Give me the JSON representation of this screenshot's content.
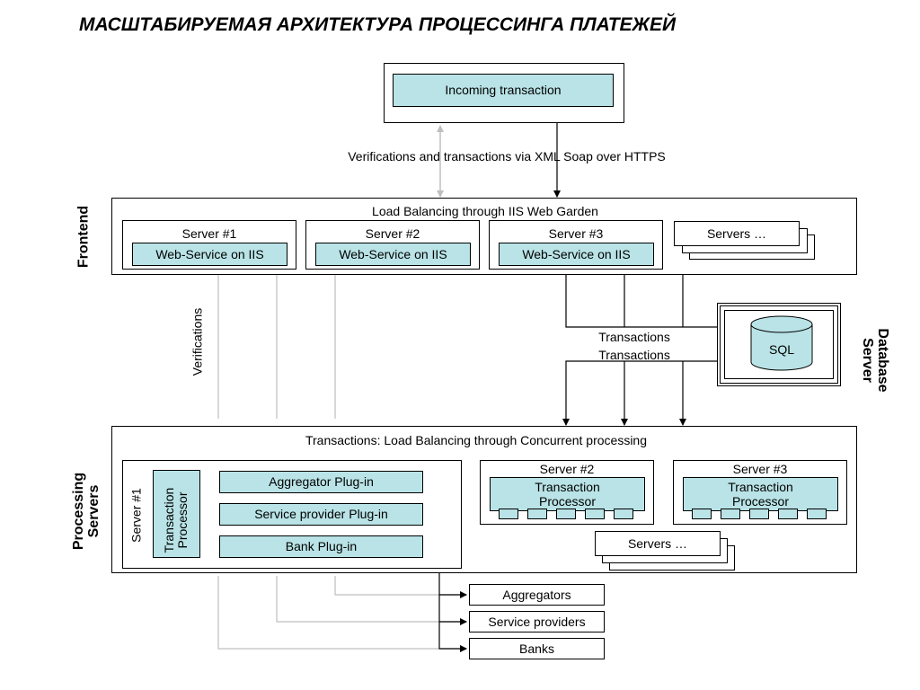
{
  "title": "МАСШТАБИРУЕМАЯ АРХИТЕКТУРА ПРОЦЕССИНГА ПЛАТЕЖЕЙ",
  "incoming": "Incoming transaction",
  "protocol_label": "Verifications and transactions via XML Soap over HTTPS",
  "frontend": {
    "side_label": "Frontend",
    "header": "Load Balancing through IIS Web Garden",
    "servers": [
      {
        "name": "Server #1",
        "service": "Web-Service on IIS"
      },
      {
        "name": "Server #2",
        "service": "Web-Service on IIS"
      },
      {
        "name": "Server #3",
        "service": "Web-Service on IIS"
      }
    ],
    "more_servers": "Servers …"
  },
  "verifications_label": "Verifications",
  "transactions_label_1": "Transactions",
  "transactions_label_2": "Transactions",
  "database": {
    "side_label_line1": "Database",
    "side_label_line2": "Server",
    "sql": "SQL"
  },
  "processing": {
    "side_label_line1": "Processing",
    "side_label_line2": "Servers",
    "header": "Transactions: Load Balancing through Concurrent processing",
    "server1": {
      "name": "Server #1",
      "processor": "Transaction Processor",
      "plugins": [
        "Aggregator Plug-in",
        "Service provider Plug-in",
        "Bank Plug-in"
      ]
    },
    "server2": {
      "name": "Server #2",
      "processor_line1": "Transaction",
      "processor_line2": "Processor"
    },
    "server3": {
      "name": "Server #3",
      "processor_line1": "Transaction",
      "processor_line2": "Processor"
    },
    "more_servers": "Servers …"
  },
  "external": [
    "Aggregators",
    "Service providers",
    "Banks"
  ],
  "colors": {
    "box_fill": "#b9e3e6",
    "border": "#000000",
    "gray_line": "#bfbfbf"
  }
}
